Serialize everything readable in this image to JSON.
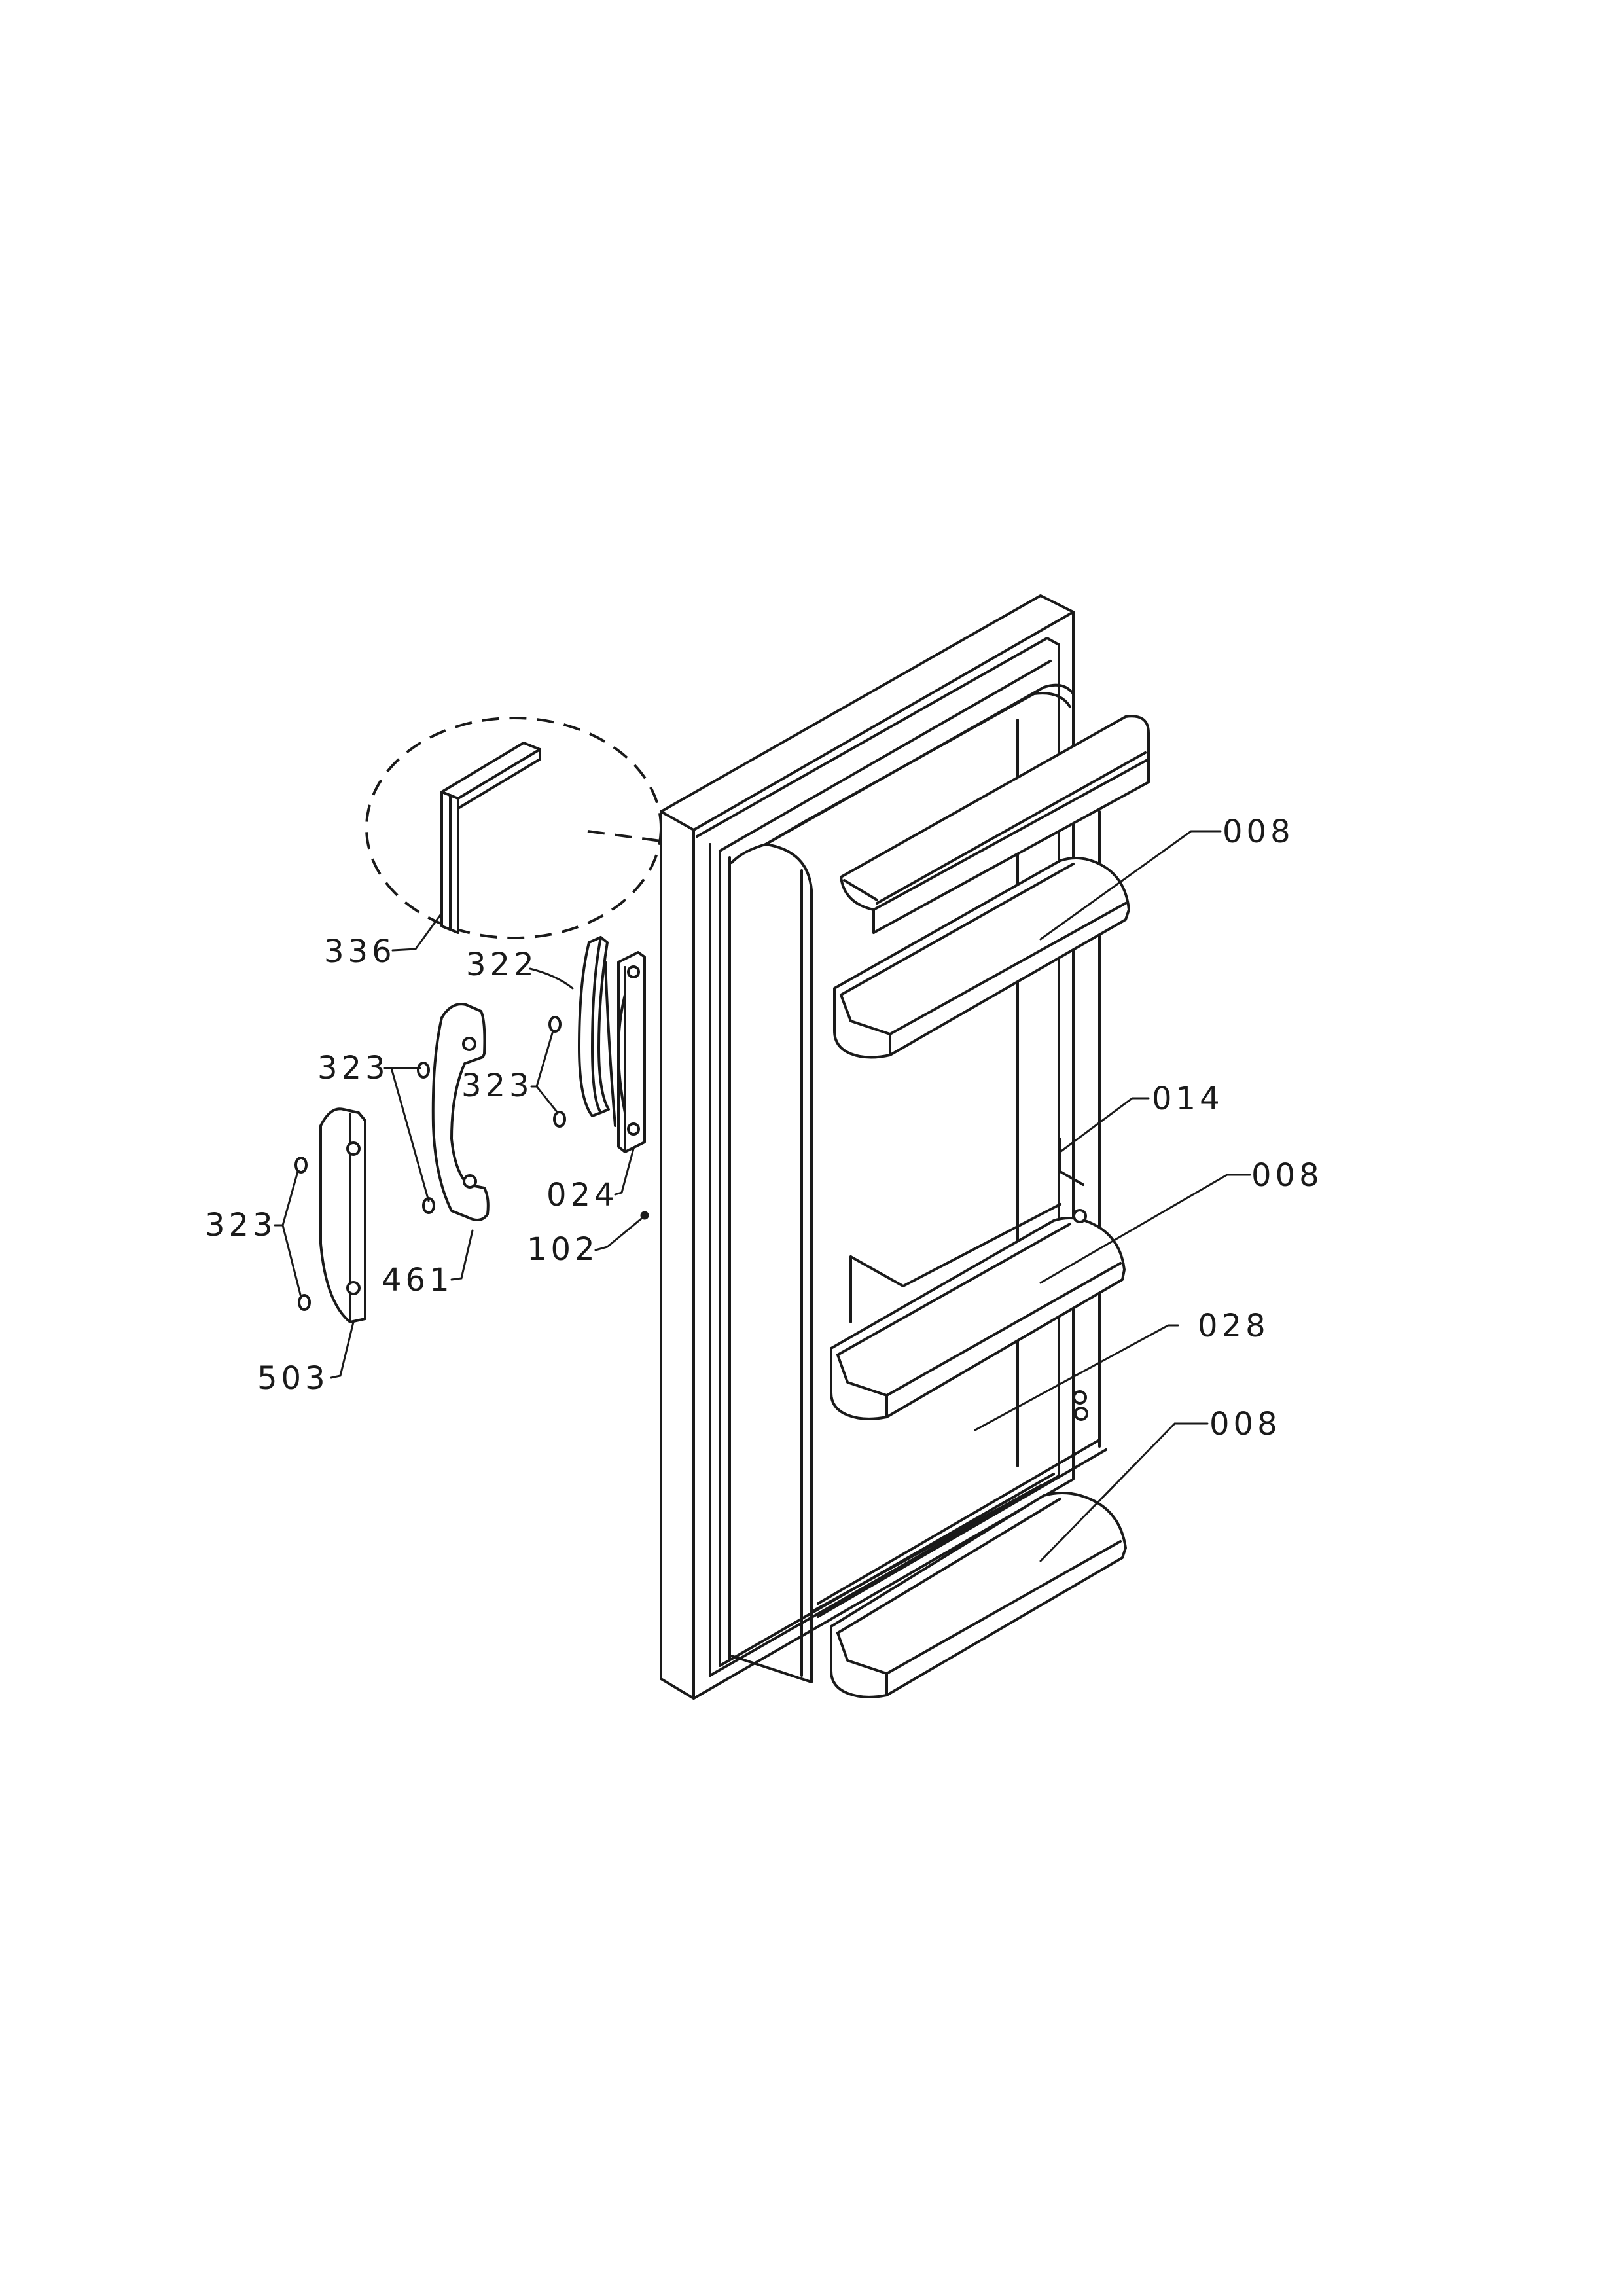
{
  "callouts": {
    "c336": "336",
    "c322": "322",
    "c323_a": "323",
    "c323_b": "323",
    "c323_c": "323",
    "c024": "024",
    "c461": "461",
    "c102": "102",
    "c503": "503",
    "c008_a": "008",
    "c014": "014",
    "c008_b": "008",
    "c028": "028",
    "c008_c": "008"
  }
}
